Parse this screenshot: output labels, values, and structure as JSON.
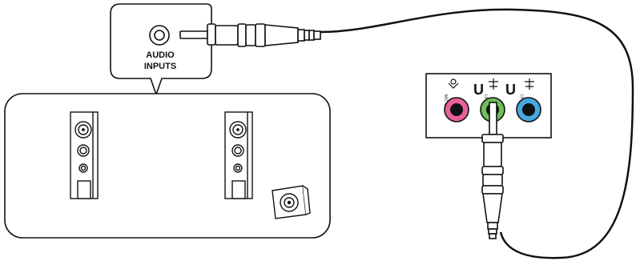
{
  "callout": {
    "line1": "AUDIO",
    "line2": "INPUTS"
  },
  "panel": {
    "jacks": [
      {
        "label": "MIC IN",
        "color": "#e8609a"
      },
      {
        "label": "LINE OUT",
        "color": "#6cc05a"
      },
      {
        "label": "LINE IN",
        "color": "#45a8e0"
      }
    ]
  },
  "icons": {
    "mic": "microphone-icon",
    "line_out": "line-out-icon",
    "line_in": "line-in-icon",
    "speaker": "speaker-icon",
    "subwoofer": "subwoofer-icon",
    "plug": "rca-plug-icon"
  },
  "colors": {
    "outline": "#111111",
    "background": "#ffffff"
  }
}
